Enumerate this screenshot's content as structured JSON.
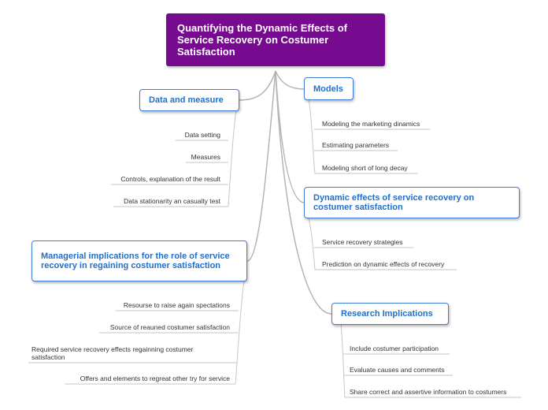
{
  "root": {
    "title": "Quantifying the Dynamic Effects of Service Recovery on Costumer Satisfaction"
  },
  "topics": {
    "data_measure": {
      "label": "Data and measure",
      "items": [
        "Data setting",
        "Measures",
        "Controls, explanation of the result",
        "Data stationarity an casualty test"
      ]
    },
    "models": {
      "label": "Models",
      "items": [
        "Modeling the marketing dinamics",
        "Estimating parameters",
        "Modeling short of long decay"
      ]
    },
    "dynamic_effects": {
      "label": "Dynamic effects of service recovery on costumer satisfaction",
      "items": [
        "Service recovery strategies",
        "Prediction on dynamic effects of recovery"
      ]
    },
    "managerial": {
      "label": "Managerial implications for the role of service recovery in regaining costumer satisfaction",
      "items": [
        "Resourse to raise again spectations",
        "Source of reauned costumer satisfaction",
        "Required service recovery effects regainning costumer satisfaction",
        "Offers and elements to regreat other try for service"
      ]
    },
    "research": {
      "label": "Research Implications",
      "items": [
        "Include costumer participation",
        "Evaluate causes and comments",
        "Share correct and assertive information to costumers"
      ]
    }
  },
  "colors": {
    "root_fill": "#760b8f",
    "topic_border": "#3f7fd5",
    "topic_text": "#1f6fcc",
    "connector": "#b4b4b4"
  }
}
